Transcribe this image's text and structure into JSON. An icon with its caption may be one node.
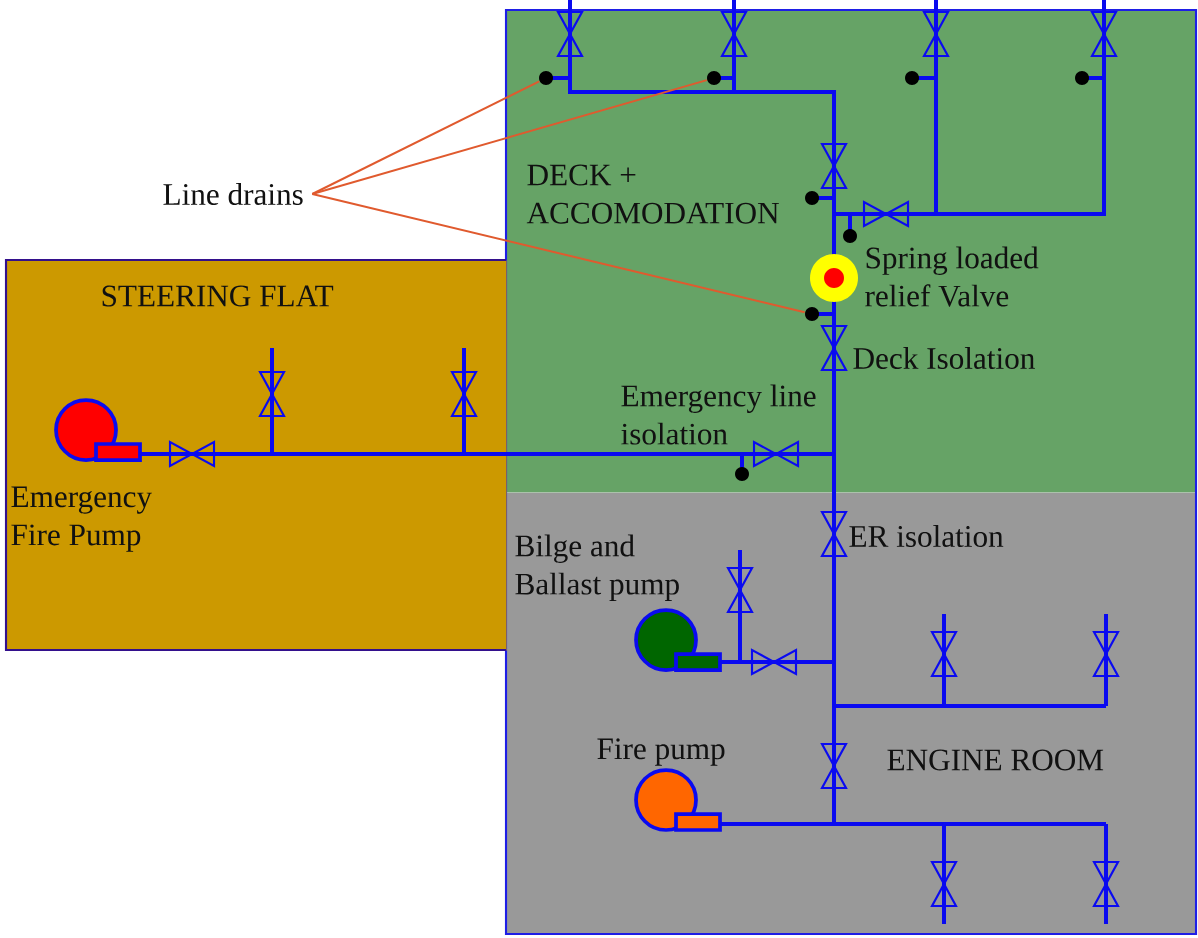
{
  "diagram": {
    "nodes": [
      {
        "text": [
          "DECK + ACCOMODATION"
        ]
      },
      {
        "text": [],
        "shape": "circle",
        "in": 0
      },
      {
        "text": [],
        "shape": "circle",
        "in": 0
      },
      {
        "text": [],
        "shape": "circle",
        "in": 0
      },
      {
        "text": [
          "Line drains"
        ]
      },
      {
        "text": [
          "STEERING FLAT"
        ]
      },
      {
        "text": [
          "ENGINE ROOM"
        ]
      }
    ],
    "edges": [
      {
        "from": 4,
        "to": 1,
        "arrow": "none"
      },
      {
        "from": 4,
        "to": 2,
        "arrow": "none"
      },
      {
        "from": 4,
        "to": 3,
        "arrow": "none"
      }
    ],
    "labels": [
      "Spring loaded relief Valve",
      "Deck Isolation",
      "Emergency line isolation",
      "Emergency Fire Pump",
      "ER isolation",
      "Bilge and Ballast pump",
      "Fire pump"
    ]
  }
}
